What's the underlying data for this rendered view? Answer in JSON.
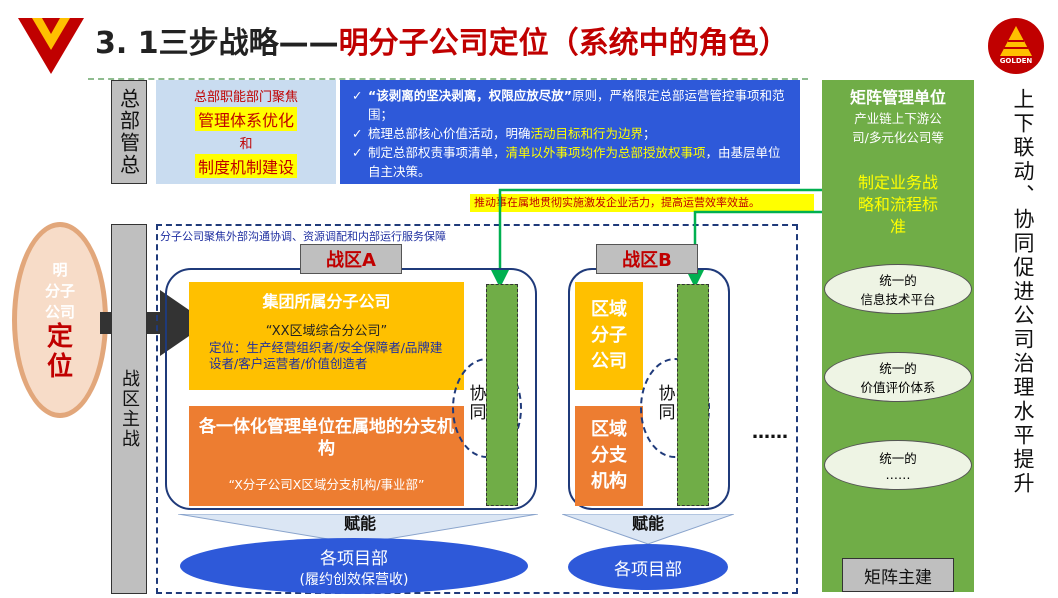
{
  "header": {
    "title_main": "3. 1三步战略——",
    "title_accent": "明分子公司定位（系统中的角色）",
    "logo_text": "GOLDEN"
  },
  "left": {
    "oval_line1": "明",
    "oval_line2": "分子",
    "oval_line3": "公司",
    "oval_big": "定",
    "oval_big2": "位"
  },
  "rows": {
    "hq_label": "总部管总",
    "zone_label": "战区主战"
  },
  "hq_box": {
    "line1": "总部职能部门聚焦",
    "line2": "管理体系优化",
    "line3": "和",
    "line4": "制度机制建设"
  },
  "principles": [
    {
      "quote": "“该剥离的坚决剥离，权限应放尽放”",
      "rest": "原则，严格限定总部运营管控事项和范围；"
    },
    {
      "pre": "梳理总部核心价值活动，明确",
      "hl": "活动目标和行为边界",
      "post": "；"
    },
    {
      "pre": "制定总部权责事项清单，",
      "hl": "清单以外事项均作为总部授放权事项",
      "post": "，由基层单位自主决策。"
    }
  ],
  "note_yellow": "推动事在属地贯彻实施激发企业活力，提高运营效率效益。",
  "zone_note": "分子公司聚焦外部沟通协调、资源调配和内部运行服务保障",
  "zoneA": {
    "tab": "战区A",
    "box1_title": "集团所属分子公司",
    "box1_sub": "“XX区域综合分公司”",
    "box1_role": "定位：生产经营组织者/安全保障者/品牌建设者/客户运营者/价值创造者",
    "box2_title": "各一体化管理单位在属地的分支机构",
    "box2_sub": "“X分子公司X区域分支机构/事业部”",
    "collab": "协同",
    "empower": "赋能",
    "target_title": "各项目部",
    "target_sub": "(履约创效保营收)"
  },
  "zoneB": {
    "tab": "战区B",
    "box1_title": "区域分子公司",
    "box2_title": "区域分支机构",
    "collab": "协同",
    "empower": "赋能",
    "target_title": "各项目部"
  },
  "ellipsis": "……",
  "matrix": {
    "title": "矩阵管理单位",
    "sub": "产业链上下游公司/多元化公司等",
    "mid": "制定业务战略和流程标准",
    "items": [
      {
        "l1": "统一的",
        "l2": "信息技术平台"
      },
      {
        "l1": "统一的",
        "l2": "价值评价体系"
      },
      {
        "l1": "统一的",
        "l2": "……"
      }
    ],
    "bottom": "矩阵主建"
  },
  "right_vertical": "上下联动、协同促进公司治理水平提升",
  "colors": {
    "green": "#70ad47",
    "blue": "#2e59d9",
    "yellow": "#ffc000",
    "orange": "#ed7d31",
    "red": "#c00000",
    "grey": "#7f7f7f"
  }
}
